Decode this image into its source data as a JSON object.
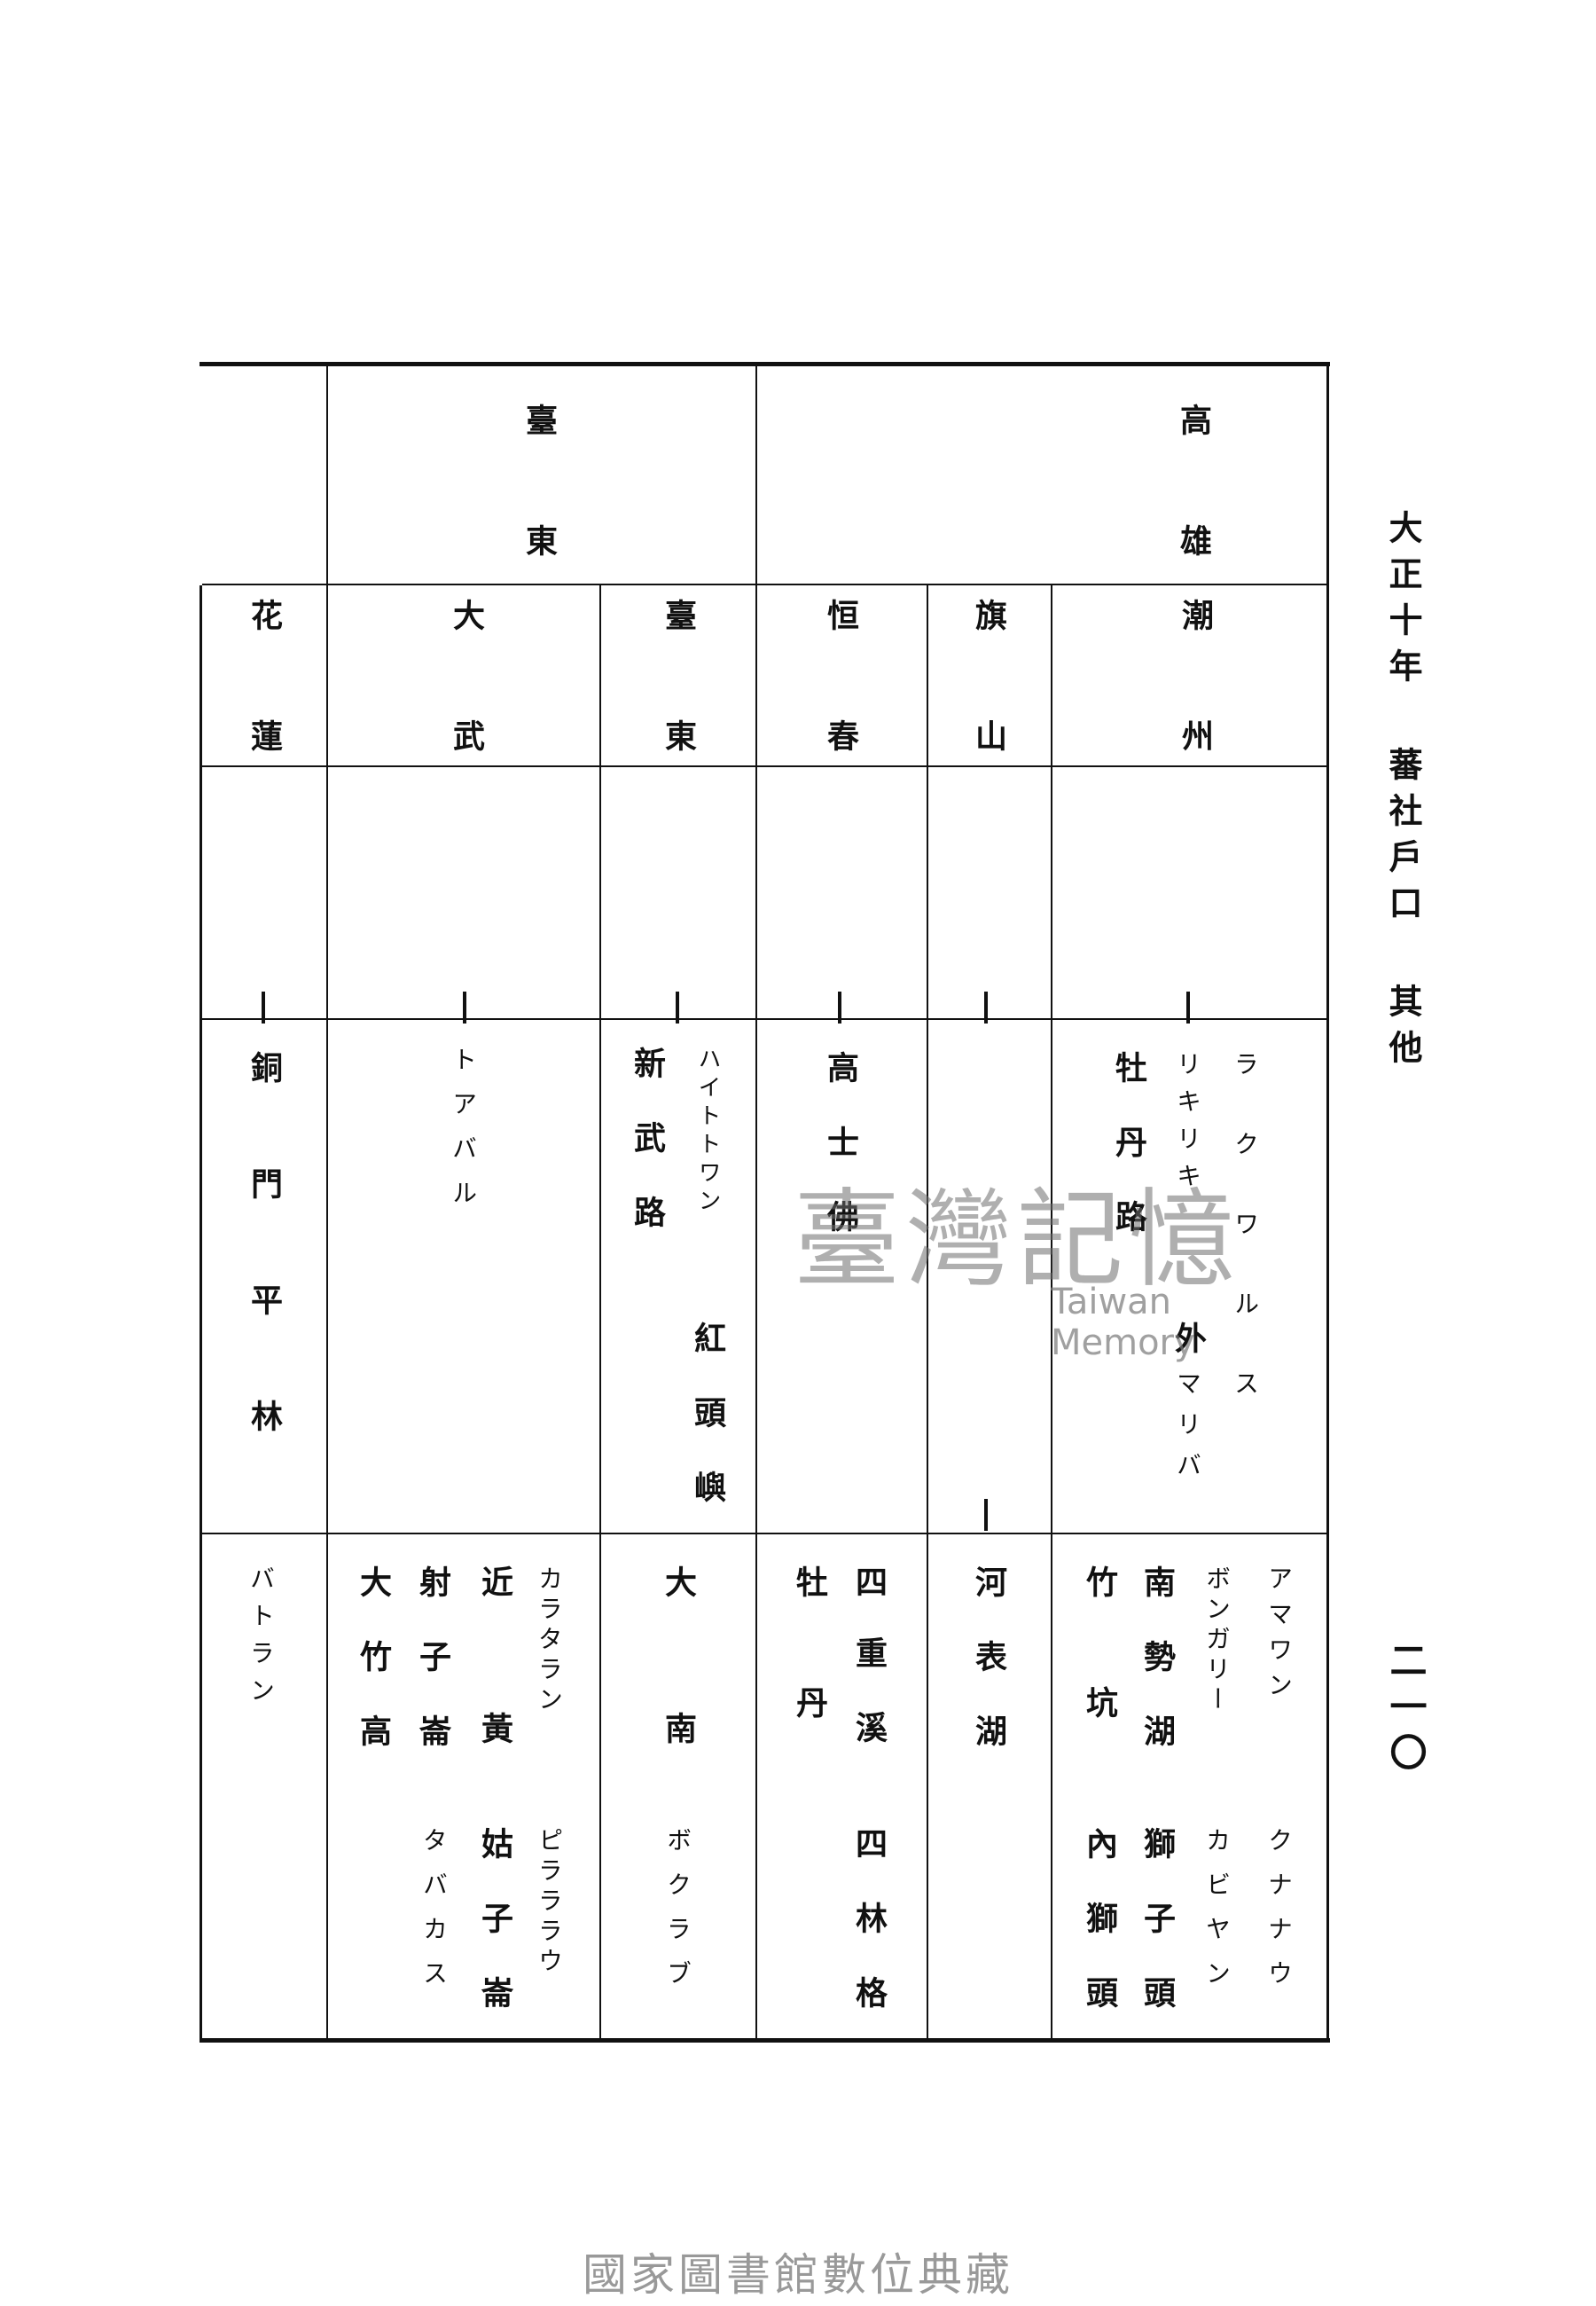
{
  "side_title": "大正十年 蕃社戶口 其他",
  "page_number": "二一〇",
  "watermark": {
    "chinese": "臺灣記憶",
    "english": "Taiwan Memory"
  },
  "footer": "國家圖書館數位典藏",
  "prefectures": {
    "taito": "臺東",
    "takao": "高雄"
  },
  "districts": {
    "karen": "花蓮",
    "taibu": "大武",
    "taito": "臺東",
    "koshun": "恒春",
    "kizan": "旗山",
    "choshu": "潮州"
  },
  "row_dash": "|",
  "villages": {
    "karen": "銅門平林",
    "taibu_kana": "トアバル",
    "taito_kanji": "新武路",
    "taito_kana": "ハイトトワン",
    "taito_kanji2": "紅頭嶼",
    "koshun": "高士佛",
    "kizan_dash": "|",
    "choshu_kanji": "牡丹路",
    "choshu_kana1": "ラクワルス",
    "choshu_kana2": "リキリキ",
    "choshu_kanji2": "外",
    "choshu_kana3": "マリバ"
  },
  "bottom": {
    "karen": "バトラン",
    "taibu1": "大竹高",
    "taibu2": "射子崙",
    "taibu2_kana": "タバカス",
    "taibu3a": "近",
    "taibu3b": "黃",
    "taibu3c": "姑子崙",
    "taibu_kana_a": "カラタラン",
    "taibu_kana_b": "ピラララウ",
    "taito1": "大",
    "taito2": "南",
    "taito_kana": "ボクラブ",
    "koshun1": "牡丹",
    "koshun2a": "四",
    "koshun2b": "重溪",
    "koshun2c": "四林格",
    "kizan": "河表湖",
    "choshu1": "竹坑",
    "choshu1b": "內獅頭",
    "choshu2a": "南勢湖",
    "choshu2b": "獅子頭",
    "choshu_kana_a": "ボンガリー",
    "choshu_kana_b": "カビヤン",
    "choshu_kana_c": "アマワン",
    "choshu_kana_d": "クナナウ"
  }
}
